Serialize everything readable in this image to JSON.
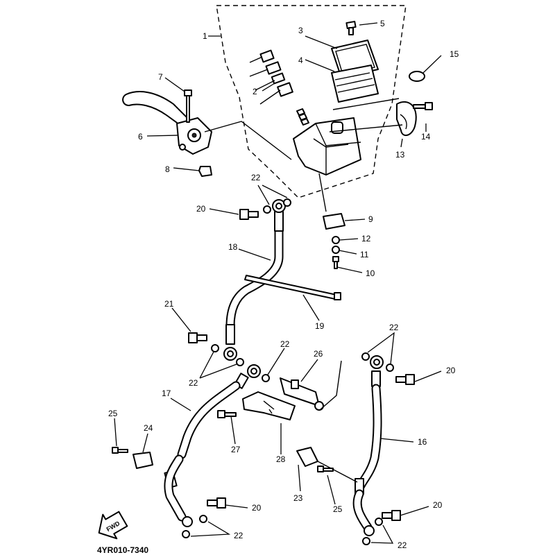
{
  "diagram": {
    "drawing_code": "4YR010-7340",
    "direction_label": "FWD",
    "callouts": {
      "c1": "1",
      "c2": "2",
      "c3": "3",
      "c4": "4",
      "c5": "5",
      "c6": "6",
      "c7": "7",
      "c8": "8",
      "c9": "9",
      "c10": "10",
      "c11": "11",
      "c12": "12",
      "c13": "13",
      "c14": "14",
      "c15": "15",
      "c16": "16",
      "c17": "17",
      "c18": "18",
      "c19": "19",
      "c20a": "20",
      "c20b": "20",
      "c20c": "20",
      "c20d": "20",
      "c21": "21",
      "c22a": "22",
      "c22b": "22",
      "c22c": "22",
      "c22d": "22",
      "c22e": "22",
      "c22f": "22",
      "c23": "23",
      "c24": "24",
      "c25a": "25",
      "c25b": "25",
      "c26": "26",
      "c27": "27",
      "c28": "28"
    }
  }
}
